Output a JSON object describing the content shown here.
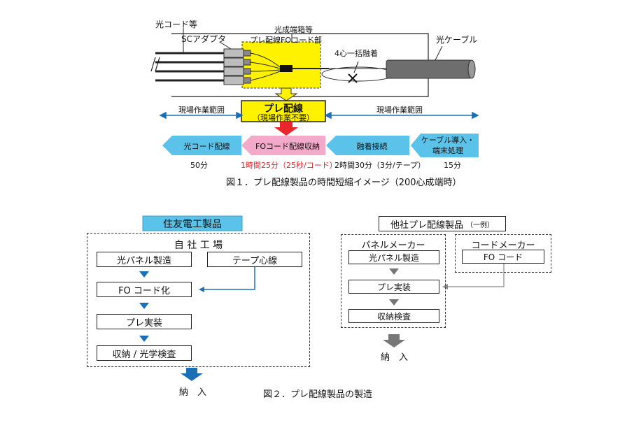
{
  "fig1": {
    "label_optical_cord_etc": "光コード等",
    "label_sc_adapter": "SCアダプタ",
    "label_termination_box": "光成端箱等",
    "label_pre_wiring_fo_cord": "プレ配線FOコード部",
    "label_fusion_splice": "4心一括融着",
    "label_optical_cable": "光ケーブル",
    "prewire_title": "プレ配線",
    "prewire_sub": "（現場作業不要）",
    "site_work_left": "現場作業範囲",
    "site_work_right": "現場作業範囲",
    "steps": [
      {
        "label": "光コード配線",
        "time": "50分",
        "color": "#5bc3ea",
        "time_color": "#222222"
      },
      {
        "label": "FOコード配線収納",
        "time": "1時間25分（25秒/コード）",
        "color": "#f3a9c9",
        "time_color": "#d8242b"
      },
      {
        "label": "融着接続",
        "time": "2時間30分（3分/テープ）",
        "color": "#5bc3ea",
        "time_color": "#222222"
      },
      {
        "label": "ケーブル導入・\n端末処理",
        "time": "15分",
        "color": "#5bc3ea",
        "time_color": "#222222"
      }
    ],
    "caption": "図１．プレ配線製品の時間短縮イメージ（200心成端時）"
  },
  "fig2": {
    "sumitomo_title": "住友電工製品",
    "own_factory": "自 社 工 場",
    "s_panel": "光パネル製造",
    "s_tape": "テープ心線",
    "s_fo": "FO コード化",
    "s_pre": "プレ実装",
    "s_final": "収納 / 光学検査",
    "s_delivery": "納　入",
    "other_title": "他社プレ配線製品",
    "other_example": "（一例）",
    "panel_maker": "パネルメーカー",
    "cord_maker": "コードメーカー",
    "o_panel": "光パネル製造",
    "o_pre": "プレ実装",
    "o_final": "収納検査",
    "o_fo": "FO コード",
    "o_delivery": "納　入",
    "caption": "図２．プレ配線製品の製造"
  },
  "colors": {
    "accent_blue": "#5bc3ea",
    "dark_blue": "#1b6fb5",
    "yellow": "#fff200",
    "red_arrow": "#e8262b",
    "pink": "#f3a9c9"
  }
}
